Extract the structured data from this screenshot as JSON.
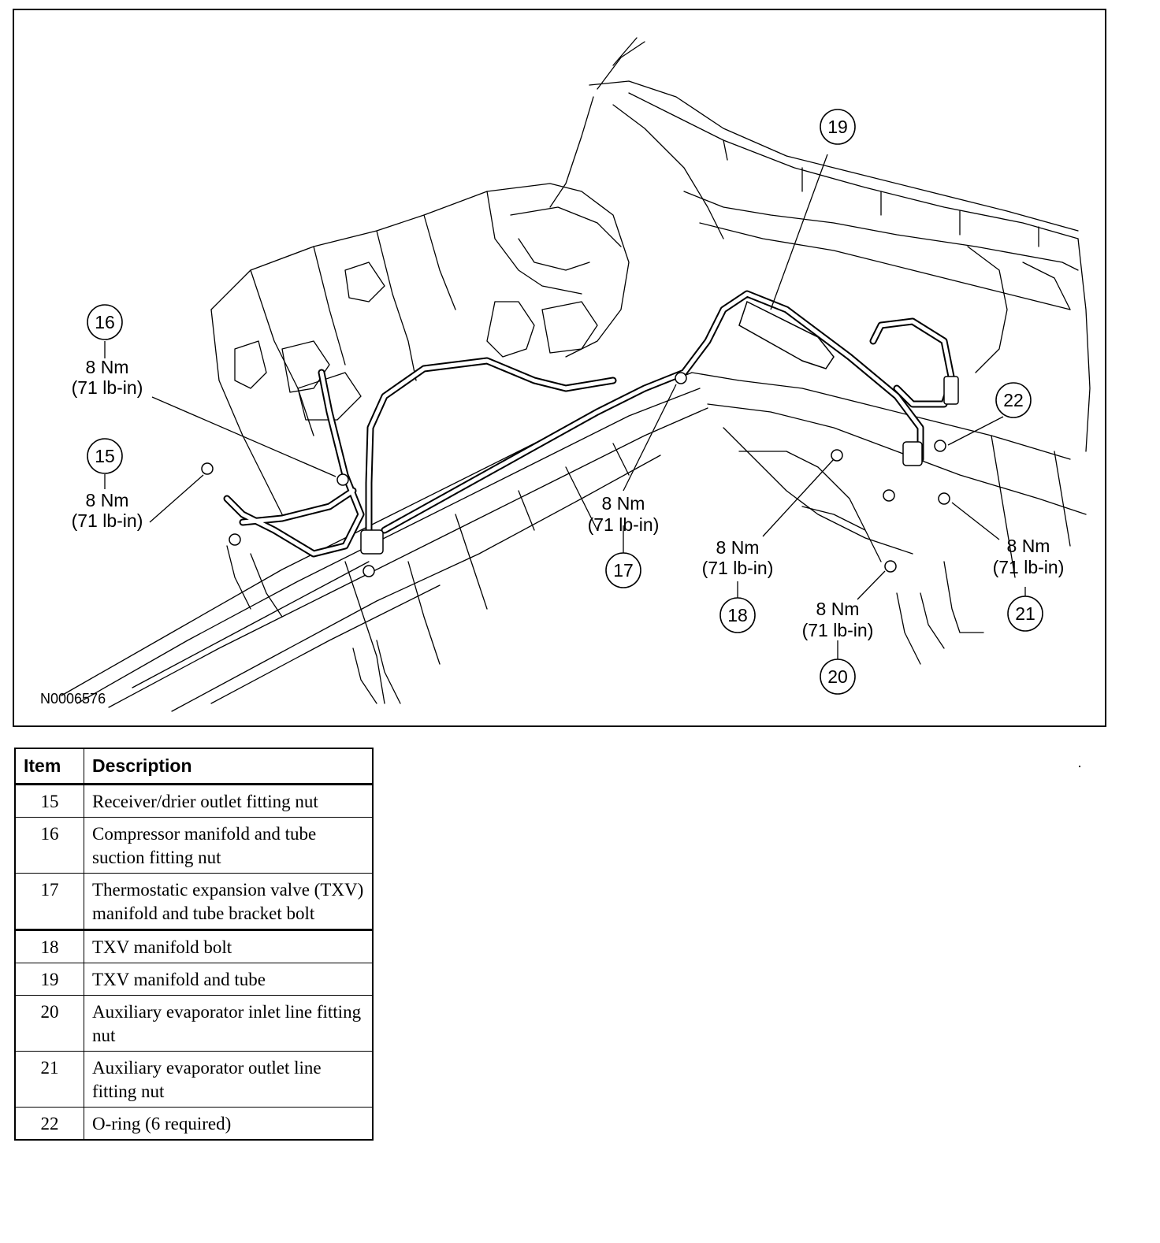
{
  "figure": {
    "id_label": "N0006576",
    "callouts": [
      {
        "number": "19",
        "torque_nm": "",
        "torque_lbin": ""
      },
      {
        "number": "16",
        "torque_nm": "8 Nm",
        "torque_lbin": "(71 lb-in)"
      },
      {
        "number": "15",
        "torque_nm": "8 Nm",
        "torque_lbin": "(71 lb-in)"
      },
      {
        "number": "22",
        "torque_nm": "",
        "torque_lbin": ""
      },
      {
        "number": "17",
        "torque_nm": "8 Nm",
        "torque_lbin": "(71 lb-in)"
      },
      {
        "number": "18",
        "torque_nm": "8 Nm",
        "torque_lbin": "(71 lb-in)"
      },
      {
        "number": "21",
        "torque_nm": "8 Nm",
        "torque_lbin": "(71 lb-in)"
      },
      {
        "number": "20",
        "torque_nm": "8 Nm",
        "torque_lbin": "(71 lb-in)"
      }
    ]
  },
  "legend": {
    "headers": {
      "item": "Item",
      "description": "Description"
    },
    "rows": [
      {
        "item": "15",
        "description": "Receiver/drier outlet fitting nut"
      },
      {
        "item": "16",
        "description": "Compressor manifold and tube suction fitting nut"
      },
      {
        "item": "17",
        "description": "Thermostatic expansion valve (TXV) manifold and tube bracket bolt"
      },
      {
        "item": "18",
        "description": "TXV manifold bolt"
      },
      {
        "item": "19",
        "description": "TXV manifold and tube"
      },
      {
        "item": "20",
        "description": "Auxiliary evaporator inlet line fitting nut"
      },
      {
        "item": "21",
        "description": "Auxiliary evaporator outlet line fitting nut"
      },
      {
        "item": "22",
        "description": "O-ring (6 required)"
      }
    ]
  }
}
